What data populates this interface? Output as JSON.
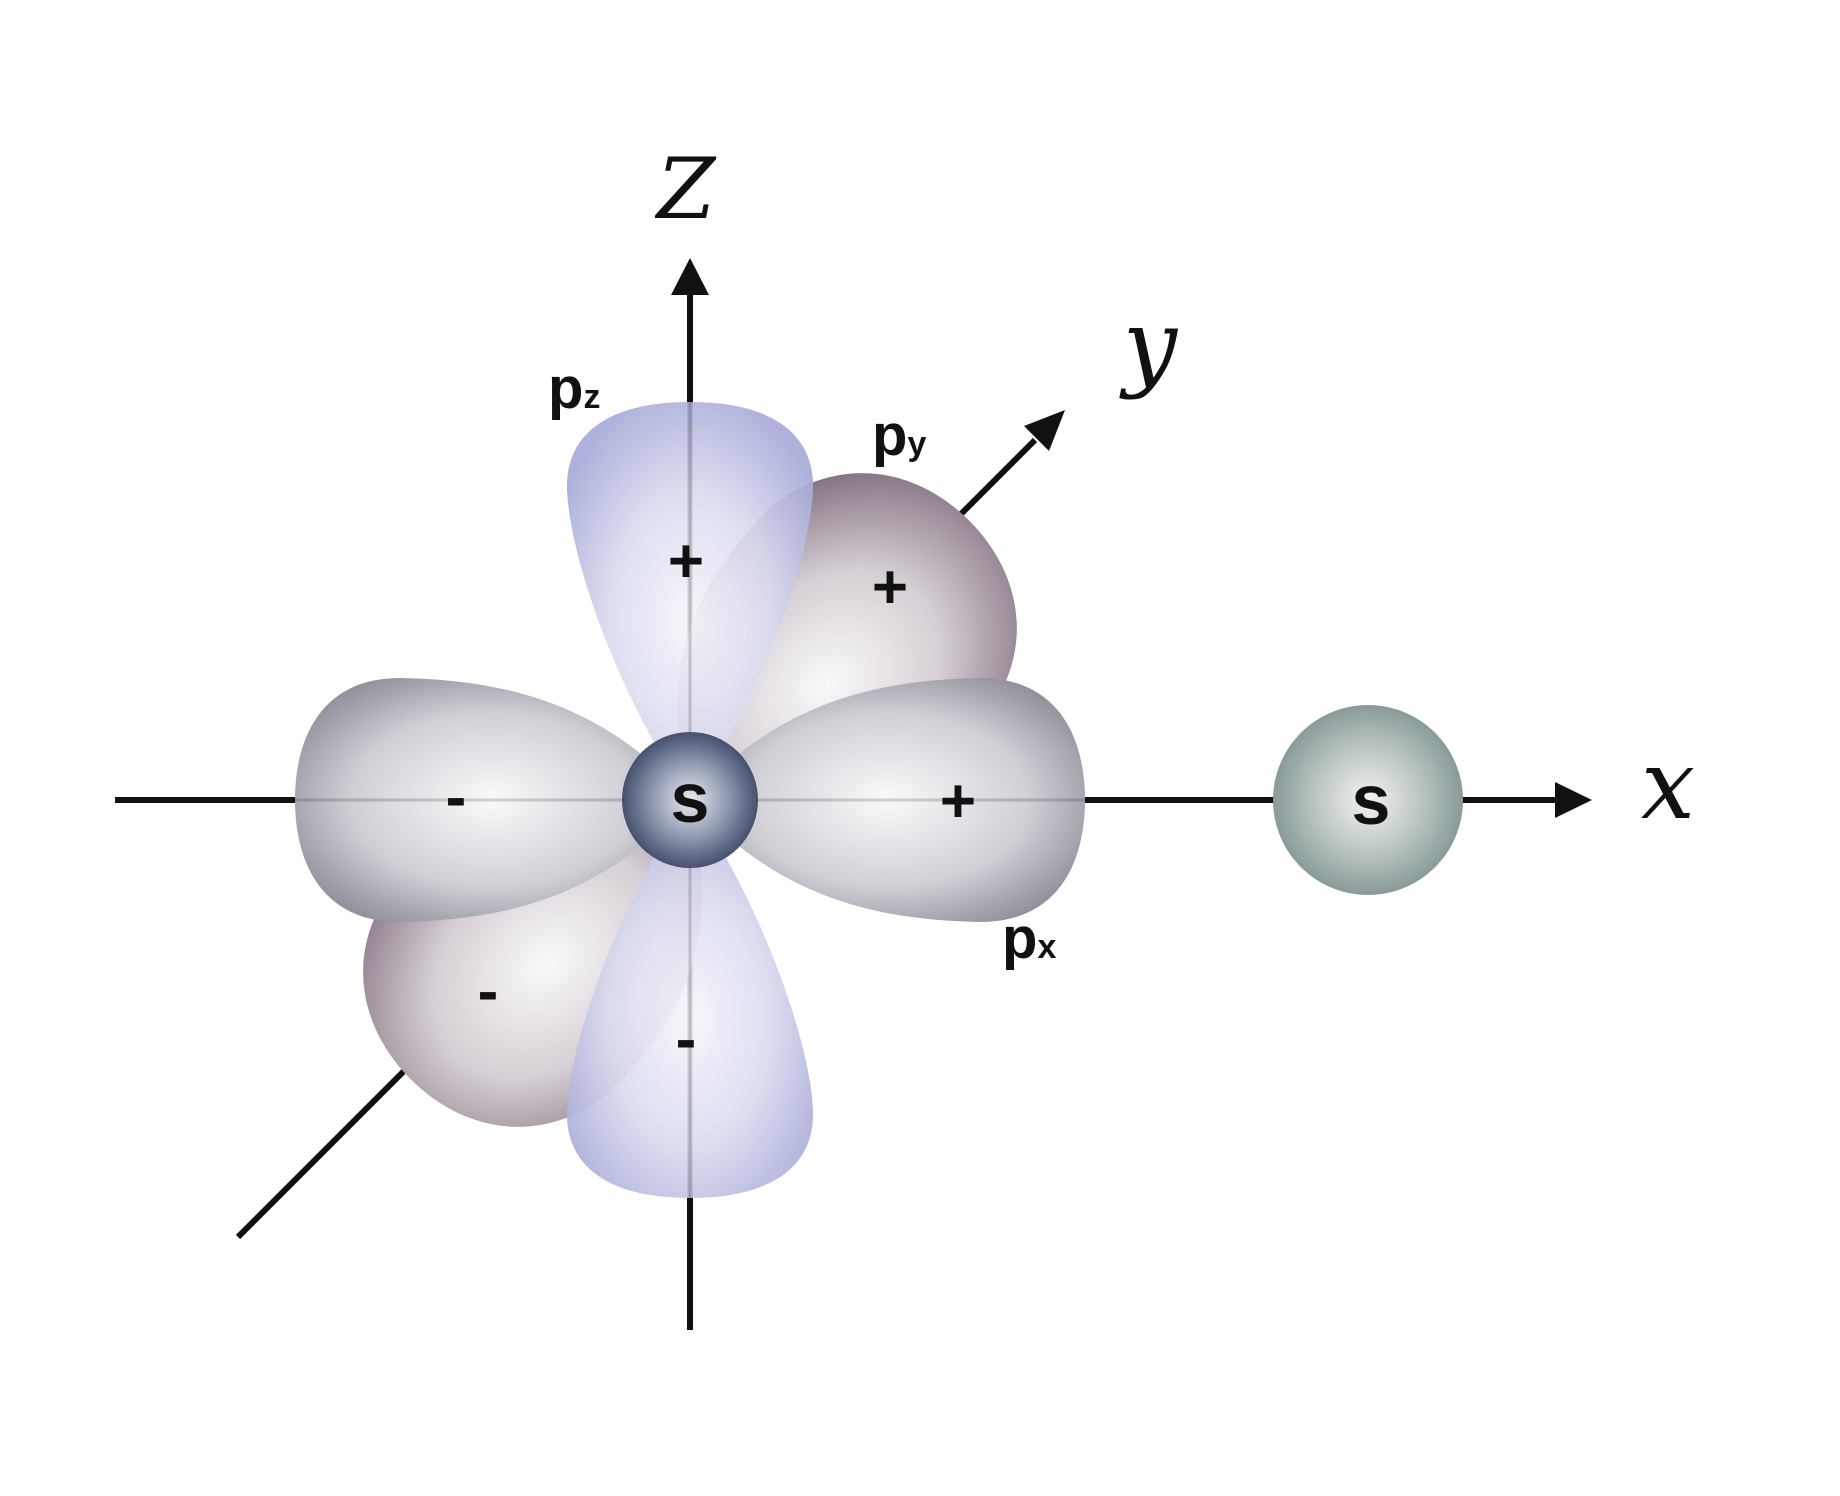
{
  "axes": {
    "z": "Z",
    "y": "y",
    "x": "x"
  },
  "orbitals": {
    "pz": {
      "base": "p",
      "sub": "z",
      "plus": "+",
      "minus": "-"
    },
    "py": {
      "base": "p",
      "sub": "y",
      "plus": "+",
      "minus": "-"
    },
    "px": {
      "base": "p",
      "sub": "x",
      "plus": "+",
      "minus": "-"
    },
    "s_center": "s",
    "s_right": "s"
  },
  "colors": {
    "pz_lobe": "#aaaedb",
    "py_lobe": "#7f6c7c",
    "px_lobe": "#84838e",
    "s_center": "#3e4a6b",
    "s_right": "#7f9391",
    "axis": "#111111"
  }
}
